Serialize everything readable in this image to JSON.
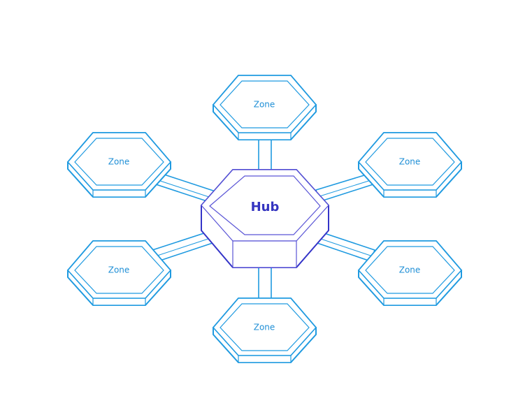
{
  "hub": {
    "label": "Hub",
    "color": "#3434c8"
  },
  "zones": [
    {
      "label": "Zone",
      "position": "top"
    },
    {
      "label": "Zone",
      "position": "upper-left"
    },
    {
      "label": "Zone",
      "position": "upper-right"
    },
    {
      "label": "Zone",
      "position": "lower-left"
    },
    {
      "label": "Zone",
      "position": "lower-right"
    },
    {
      "label": "Zone",
      "position": "bottom"
    }
  ],
  "zone_color": "#1f9ae0"
}
